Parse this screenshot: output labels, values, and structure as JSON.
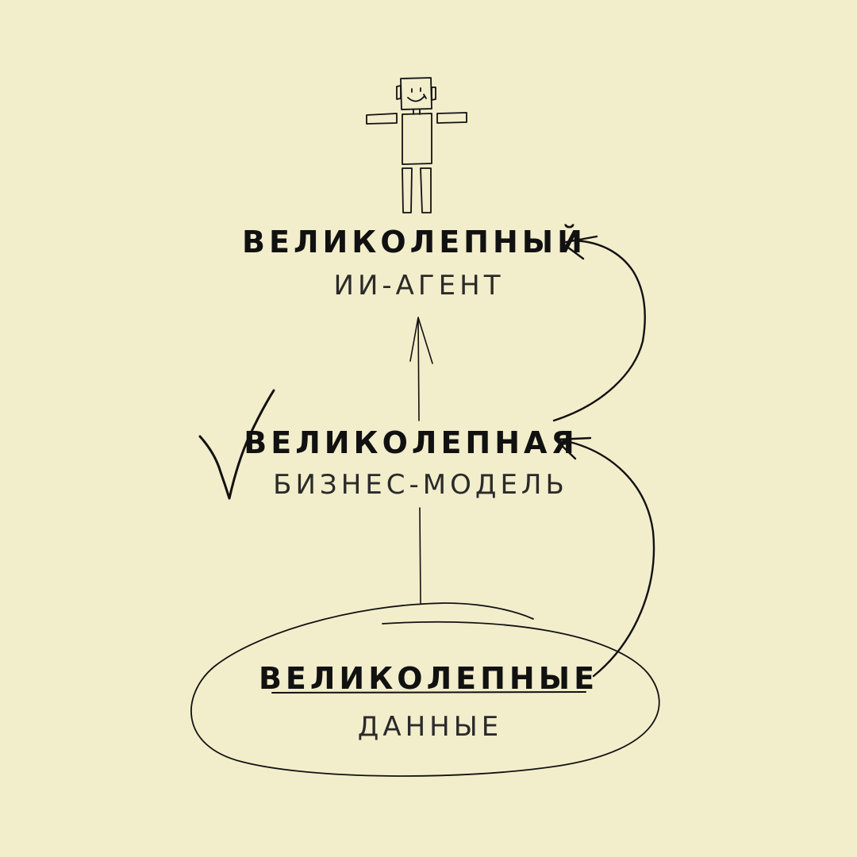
{
  "colors": {
    "background": "#f2edcb",
    "ink": "#111111",
    "subtitle_ink": "#2a2a2a"
  },
  "levels": [
    {
      "title": "ВЕЛИКОЛЕПНЫЙ",
      "subtitle": "ИИ-АГЕНТ"
    },
    {
      "title": "ВЕЛИКОЛЕПНАЯ",
      "subtitle": "БИЗНЕС-МОДЕЛЬ"
    },
    {
      "title": "ВЕЛИКОЛЕПНЫЕ",
      "subtitle": "ДАННЫЕ"
    }
  ],
  "icons": {
    "robot": "robot-icon",
    "checkmark": "checkmark-icon"
  }
}
